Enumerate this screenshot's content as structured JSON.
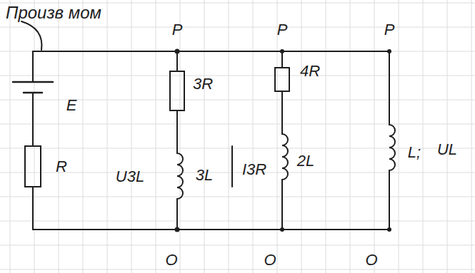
{
  "diagram": {
    "labels": [
      "Произв мом",
      "P",
      "P",
      "P",
      "E",
      "3R",
      "4R",
      "L;",
      "UL",
      "R",
      "U3L",
      "3L",
      "I3R",
      "2L",
      "O",
      "O",
      "O"
    ]
  }
}
